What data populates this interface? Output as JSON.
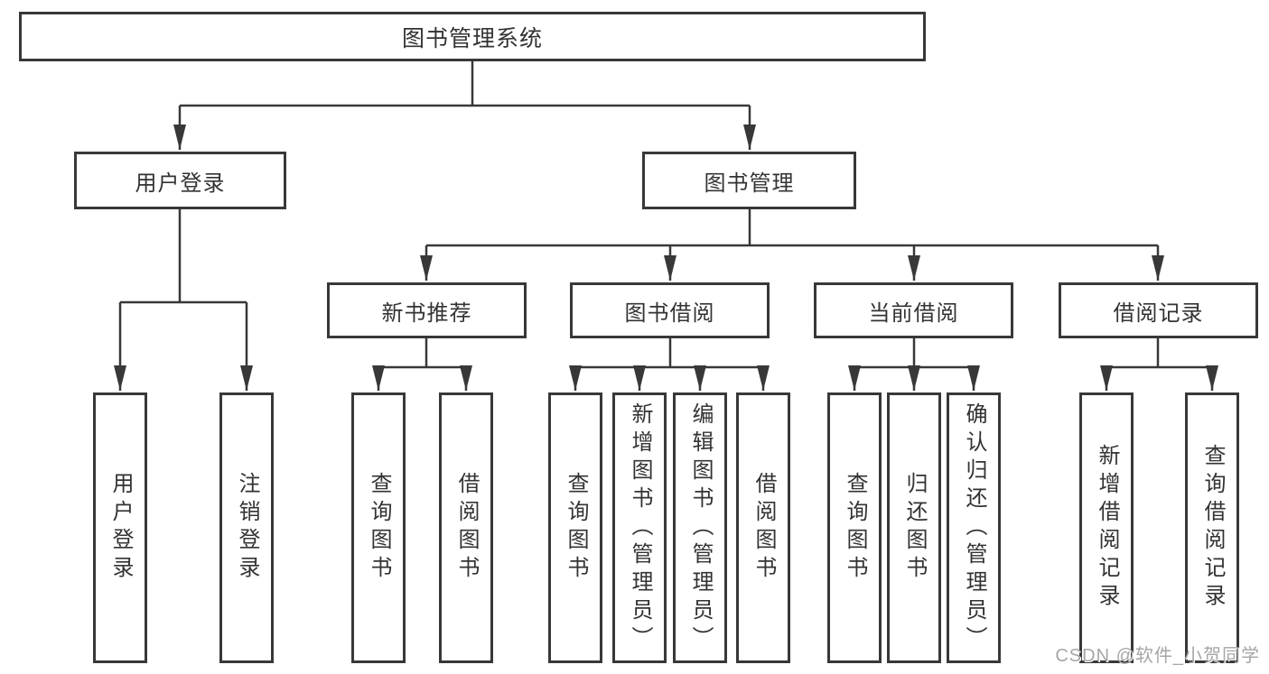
{
  "diagram": {
    "title": "图书管理系统",
    "type": "hierarchy-tree"
  },
  "tree": {
    "label": "图书管理系统",
    "children": [
      {
        "label": "用户登录",
        "children": [
          {
            "label": "用户登录"
          },
          {
            "label": "注销登录"
          }
        ]
      },
      {
        "label": "图书管理",
        "children": [
          {
            "label": "新书推荐",
            "children": [
              {
                "label": "查询图书"
              },
              {
                "label": "借阅图书"
              }
            ]
          },
          {
            "label": "图书借阅",
            "children": [
              {
                "label": "查询图书"
              },
              {
                "label": "新增图书（管理员）"
              },
              {
                "label": "编辑图书（管理员）"
              },
              {
                "label": "借阅图书"
              }
            ]
          },
          {
            "label": "当前借阅",
            "children": [
              {
                "label": "查询图书"
              },
              {
                "label": "归还图书"
              },
              {
                "label": "确认归还（管理员）"
              }
            ]
          },
          {
            "label": "借阅记录",
            "children": [
              {
                "label": "新增借阅记录"
              },
              {
                "label": "查询借阅记录"
              }
            ]
          }
        ]
      }
    ]
  },
  "watermark": {
    "text": "CSDN @软件_小贺同学"
  },
  "colors": {
    "background": "#ffffff",
    "box_fill": "#ffffff",
    "box_border": "#383838",
    "line": "#383838",
    "text": "#333333",
    "watermark": "#a6a6a6"
  }
}
